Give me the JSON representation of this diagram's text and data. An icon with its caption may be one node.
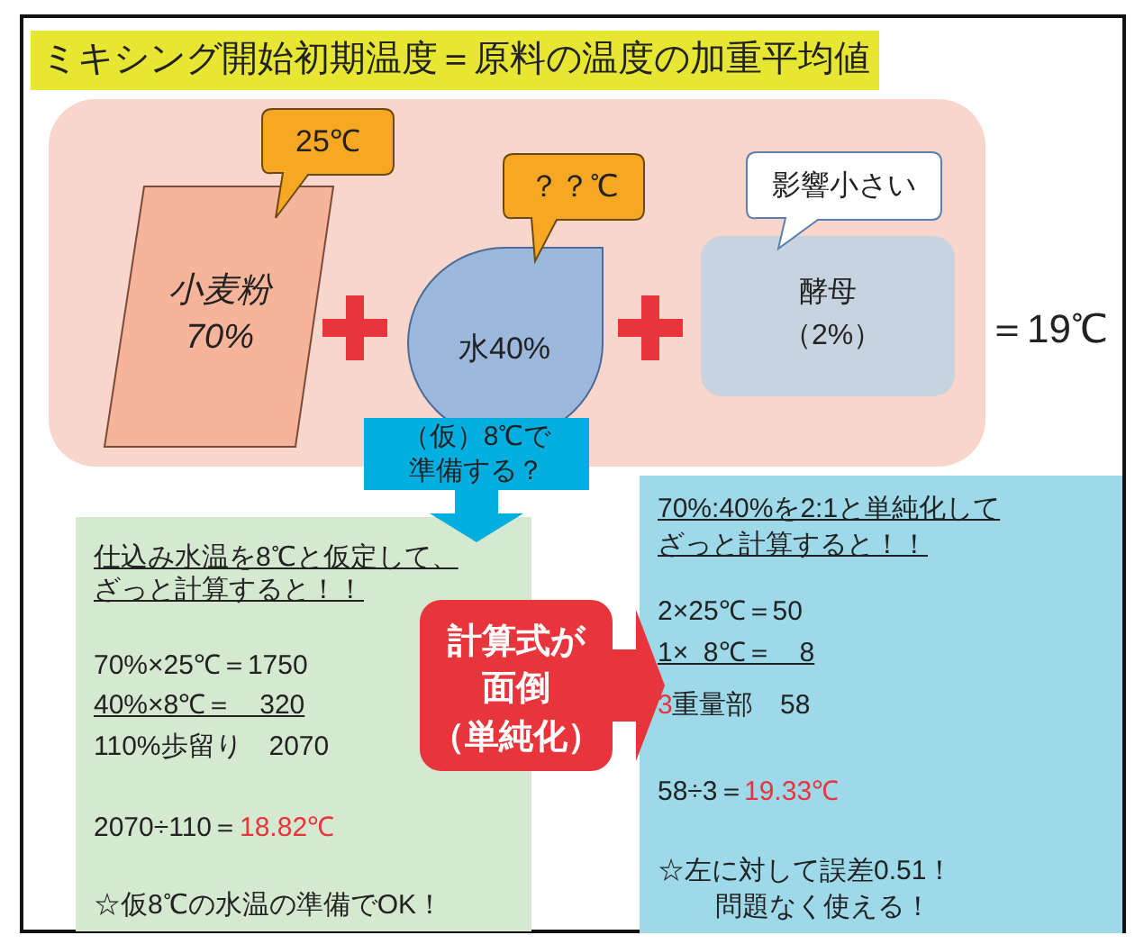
{
  "diagram": {
    "title": "ミキシング開始初期温度＝原料の温度の加重平均値",
    "nodes": [
      {
        "text": [],
        "shape": "box"
      },
      {
        "text": [
          "小麦粉70%"
        ],
        "in": 0
      },
      {
        "text": [
          "25℃"
        ],
        "in": 0
      },
      {
        "text": [
          "水40%"
        ],
        "in": 0
      },
      {
        "text": [
          "？？℃"
        ],
        "in": 0
      },
      {
        "text": [
          "酵母（2%）"
        ],
        "in": 0
      },
      {
        "text": [
          "影響小さい"
        ],
        "in": 0
      },
      {
        "text": [
          "（仮）8℃で準備する？"
        ]
      },
      {
        "text": [
          "仕込み水温を8℃と仮定して、ざっと計算すると！！",
          "70%×25℃＝1750",
          "40%×8℃＝　320",
          "110%歩留り　2070",
          "2070÷110＝",
          "18.82℃",
          "☆仮8℃の水温の準備でOK！"
        ]
      },
      {
        "text": [
          "計算式が",
          "面倒",
          "（単純化）"
        ]
      },
      {
        "text": [
          "70%:40%を2:1と単純化してざっと計算すると！！",
          "2×25℃＝50",
          "1×  8℃＝　8",
          "3",
          "重量部　58",
          "58÷3＝",
          "19.33℃",
          "☆左に対して誤差0.51！問題なく使える！"
        ]
      }
    ],
    "edges": [
      {
        "from": 7,
        "to": 8,
        "arrow": "to",
        "color": "#00aee0"
      },
      {
        "from": 9,
        "to": 10,
        "arrow": "to",
        "color": "#e8343b"
      }
    ],
    "labels": [
      "＝19℃"
    ]
  }
}
